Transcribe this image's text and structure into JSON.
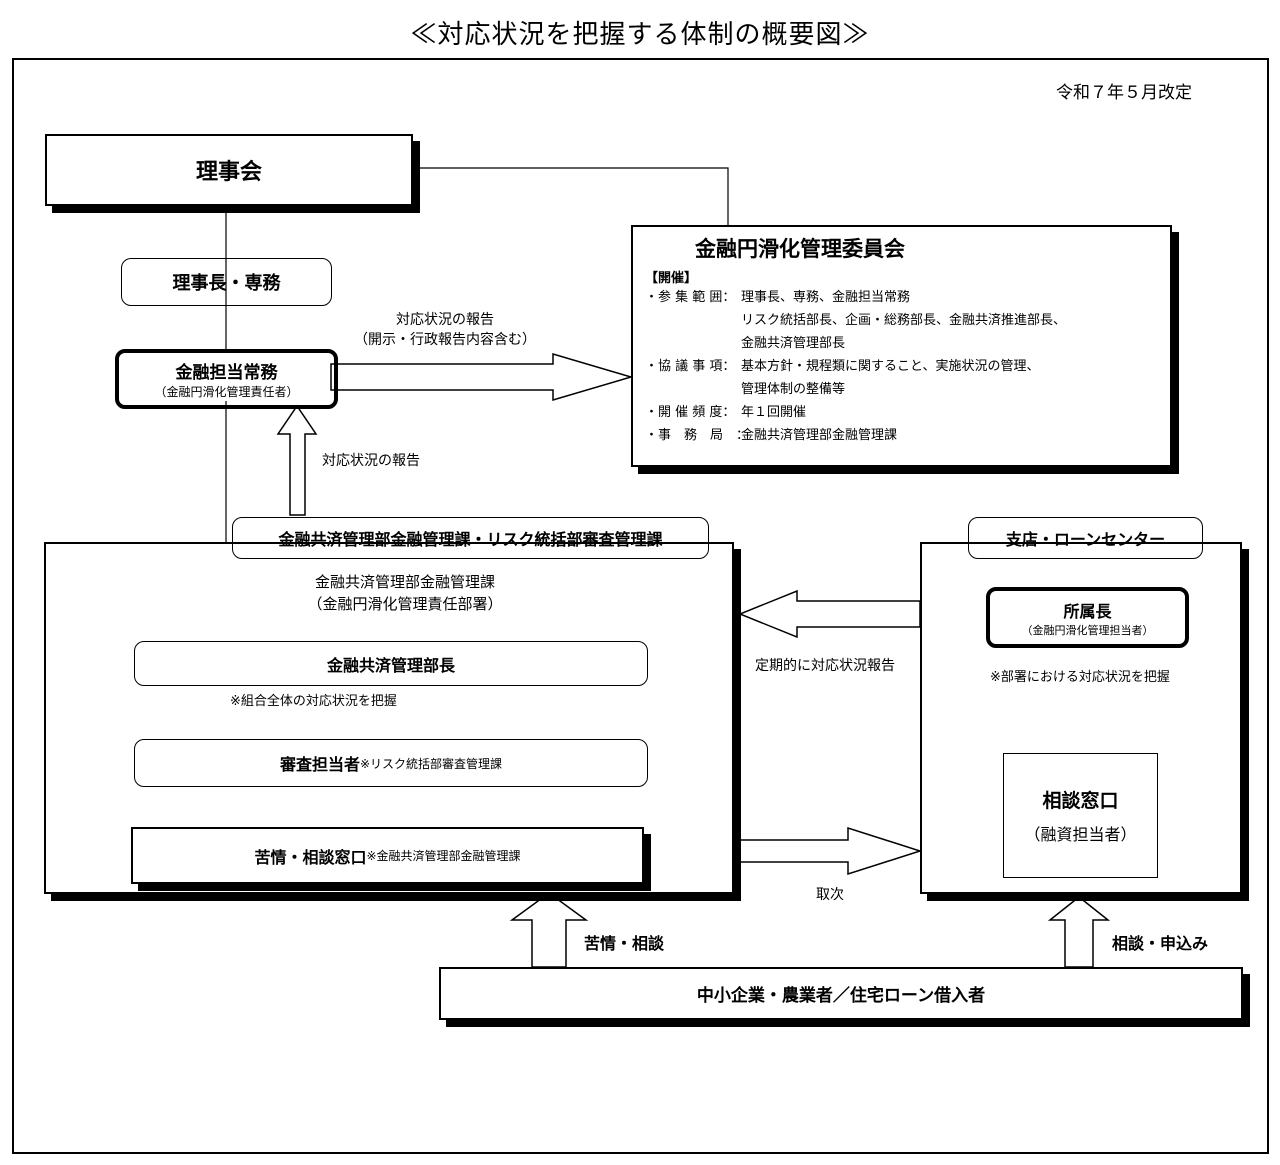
{
  "title": "≪対応状況を把握する体制の概要図≫",
  "revision": "令和７年５月改定",
  "board": "理事会",
  "chairman": "理事長・専務",
  "director": {
    "title": "金融担当常務",
    "subtitle": "（金融円滑化管理責任者）"
  },
  "committee": {
    "title": "金融円滑化管理委員会",
    "held_label": "【開催】",
    "rows": [
      {
        "label": "・参 集 範 囲：",
        "lines": [
          "理事長、専務、金融担当常務",
          "リスク統括部長、企画・総務部長、金融共済推進部長、",
          "金融共済管理部長"
        ]
      },
      {
        "label": "・協 議 事 項：",
        "lines": [
          "基本方針・規程類に関すること、実施状況の管理、",
          "管理体制の整備等"
        ]
      },
      {
        "label": "・開 催 頻 度：",
        "lines": [
          "年１回開催"
        ]
      },
      {
        "label": "・事　務　局　：",
        "lines": [
          "金融共済管理部金融管理課"
        ]
      }
    ]
  },
  "arrows": {
    "report_to_committee": "対応状況の報告",
    "report_to_committee_sub": "（開示・行政報告内容含む）",
    "report_to_director": "対応状況の報告",
    "periodic_report": "定期的に対応状況報告",
    "forward": "取次",
    "complaint_consult": "苦情・相談",
    "consult_apply": "相談・申込み"
  },
  "hq": {
    "tag": "金融共済管理部金融管理課・リスク統括部審査管理課",
    "dept_line1": "金融共済管理部金融管理課",
    "dept_line2": "（金融円滑化管理責任部署）",
    "gm": "金融共済管理部長",
    "gm_note": "※組合全体の対応状況を把握",
    "review_main": "審査担当者",
    "review_sub": "※リスク統括部審査管理課",
    "complaint_main": "苦情・相談窓口",
    "complaint_sub": "※金融共済管理部金融管理課"
  },
  "branch": {
    "tag": "支店・ローンセンター",
    "manager": "所属長",
    "manager_sub": "（金融円滑化管理担当者）",
    "note": "※部署における対応状況を把握",
    "consult": "相談窓口",
    "consult_sub": "（融資担当者）"
  },
  "customers": "中小企業・農業者／住宅ローン借入者"
}
